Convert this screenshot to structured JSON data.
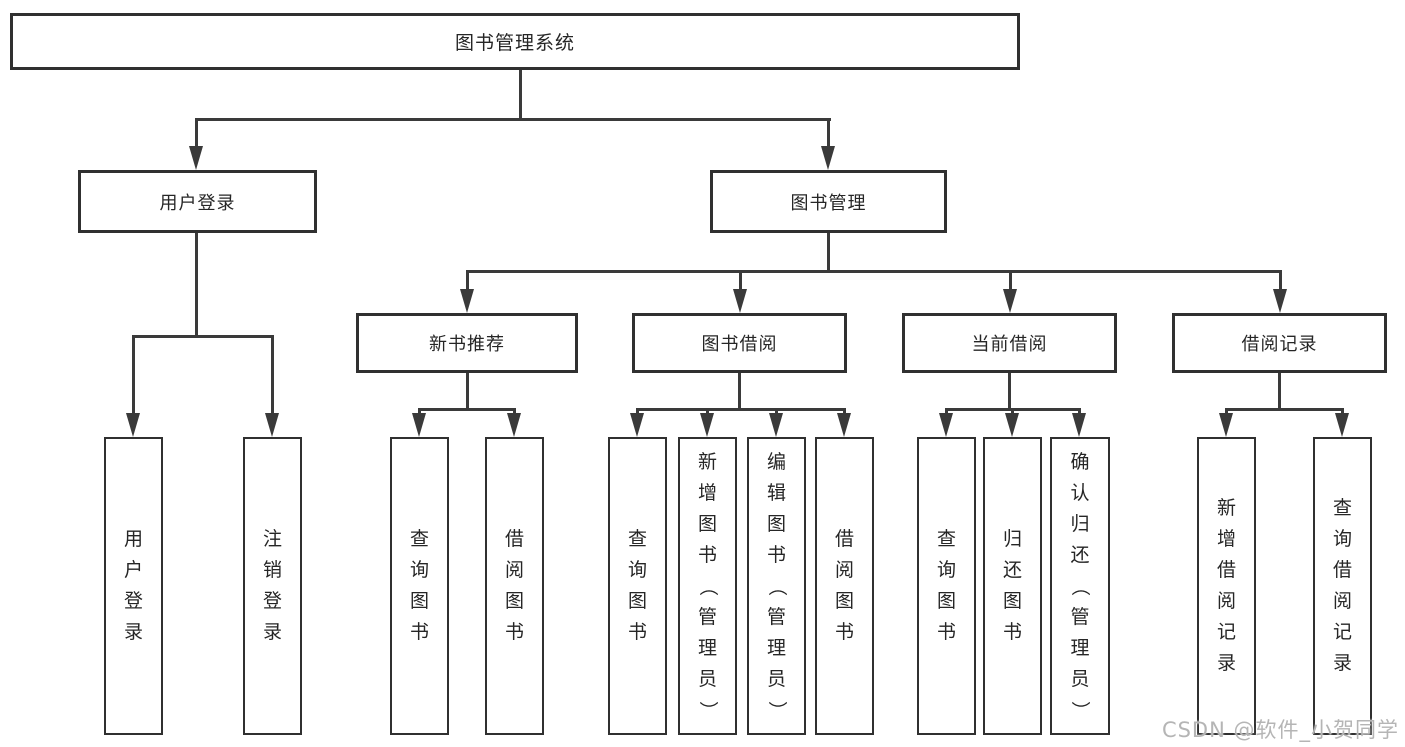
{
  "diagram": {
    "root": {
      "label": "图书管理系统"
    },
    "branches": [
      {
        "label": "用户登录",
        "children": [
          {
            "label": "用户登录"
          },
          {
            "label": "注销登录"
          }
        ]
      },
      {
        "label": "图书管理",
        "children": [
          {
            "label": "新书推荐",
            "children": [
              {
                "label": "查询图书"
              },
              {
                "label": "借阅图书"
              }
            ]
          },
          {
            "label": "图书借阅",
            "children": [
              {
                "label": "查询图书"
              },
              {
                "label": "新增图书（管理员）"
              },
              {
                "label": "编辑图书（管理员）"
              },
              {
                "label": "借阅图书"
              }
            ]
          },
          {
            "label": "当前借阅",
            "children": [
              {
                "label": "查询图书"
              },
              {
                "label": "归还图书"
              },
              {
                "label": "确认归还（管理员）"
              }
            ]
          },
          {
            "label": "借阅记录",
            "children": [
              {
                "label": "新增借阅记录"
              },
              {
                "label": "查询借阅记录"
              }
            ]
          }
        ]
      }
    ]
  },
  "watermark": {
    "text": "CSDN @软件_小贺同学"
  },
  "colors": {
    "line": "#3a3a3a",
    "border": "#303030",
    "text": "#262626",
    "watermark": "#b5b5b5",
    "background": "#ffffff"
  }
}
